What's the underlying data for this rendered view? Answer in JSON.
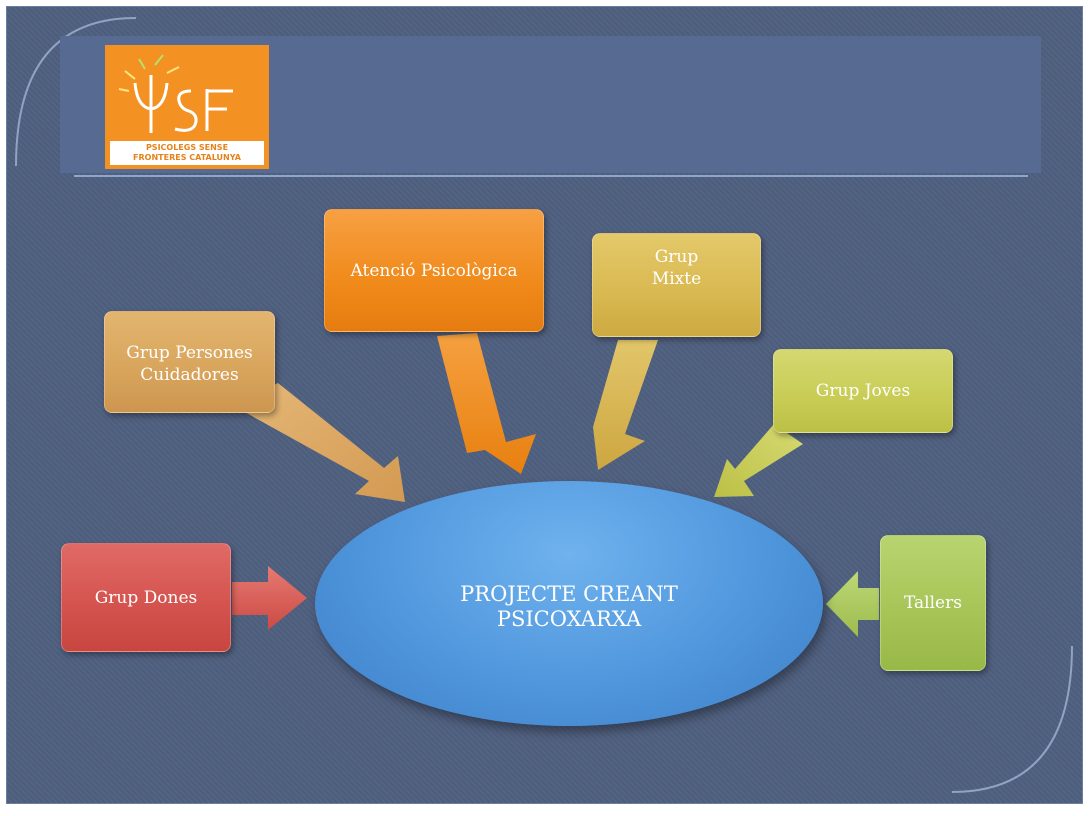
{
  "logo": {
    "caption_line1": "PSICOLEGS SENSE",
    "caption_line2": "FRONTERES CATALUNYA",
    "lettering": "ΨSF",
    "background_color": "#f39222"
  },
  "diagram": {
    "center": {
      "label": "PROJECTE CREANT\nPSICOXARXA",
      "color": "#4f96dc"
    },
    "nodes": [
      {
        "id": "atencio",
        "label": "Atenció Psicològica",
        "color": "#f08a1a"
      },
      {
        "id": "mixte",
        "label": "Grup\nMixte",
        "color": "#d8b850"
      },
      {
        "id": "cuidadores",
        "label": "Grup Persones\nCuidadores",
        "color": "#d8a45c"
      },
      {
        "id": "joves",
        "label": "Grup Joves",
        "color": "#c8cc55"
      },
      {
        "id": "dones",
        "label": "Grup Dones",
        "color": "#d4524d"
      },
      {
        "id": "tallers",
        "label": "Tallers",
        "color": "#a6c455"
      }
    ]
  },
  "colors": {
    "slide_background": "#4f5f7f",
    "header_band": "#566a92",
    "header_rule": "#8fa6cc"
  }
}
